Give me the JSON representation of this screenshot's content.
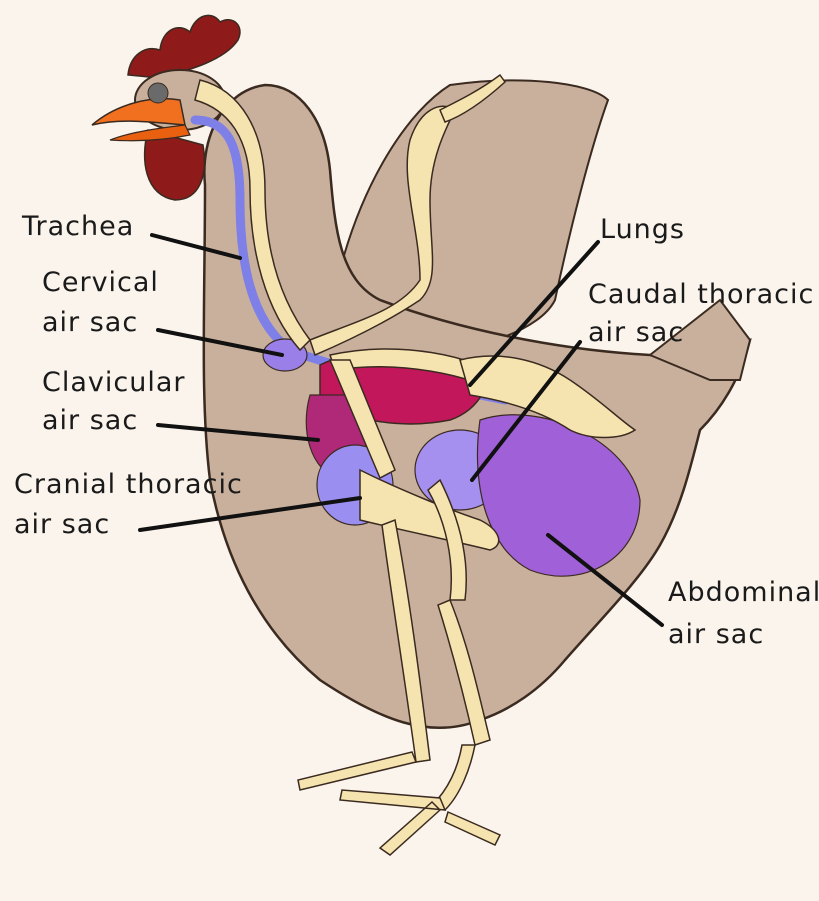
{
  "labels": {
    "trachea": "Trachea",
    "cervical_1": "Cervical",
    "cervical_2": "air sac",
    "clavicular_1": "Clavicular",
    "clavicular_2": "air sac",
    "cranial_1": "Cranial thoracic",
    "cranial_2": "air sac",
    "lungs": "Lungs",
    "caudal_1": "Caudal thoracic",
    "caudal_2": "air sac",
    "abdominal_1": "Abdominal",
    "abdominal_2": "air sac"
  },
  "colors": {
    "background": "#faf4ec",
    "body": "#c9b09c",
    "outline": "#3a2a20",
    "comb": "#8e1a1a",
    "beak": "#f07020",
    "bone": "#f6e4b0",
    "trachea": "#7f7fe8",
    "lungs": "#c2185b",
    "air_sac": "#9a7fe8",
    "abdominal_sac": "#a060d8"
  }
}
